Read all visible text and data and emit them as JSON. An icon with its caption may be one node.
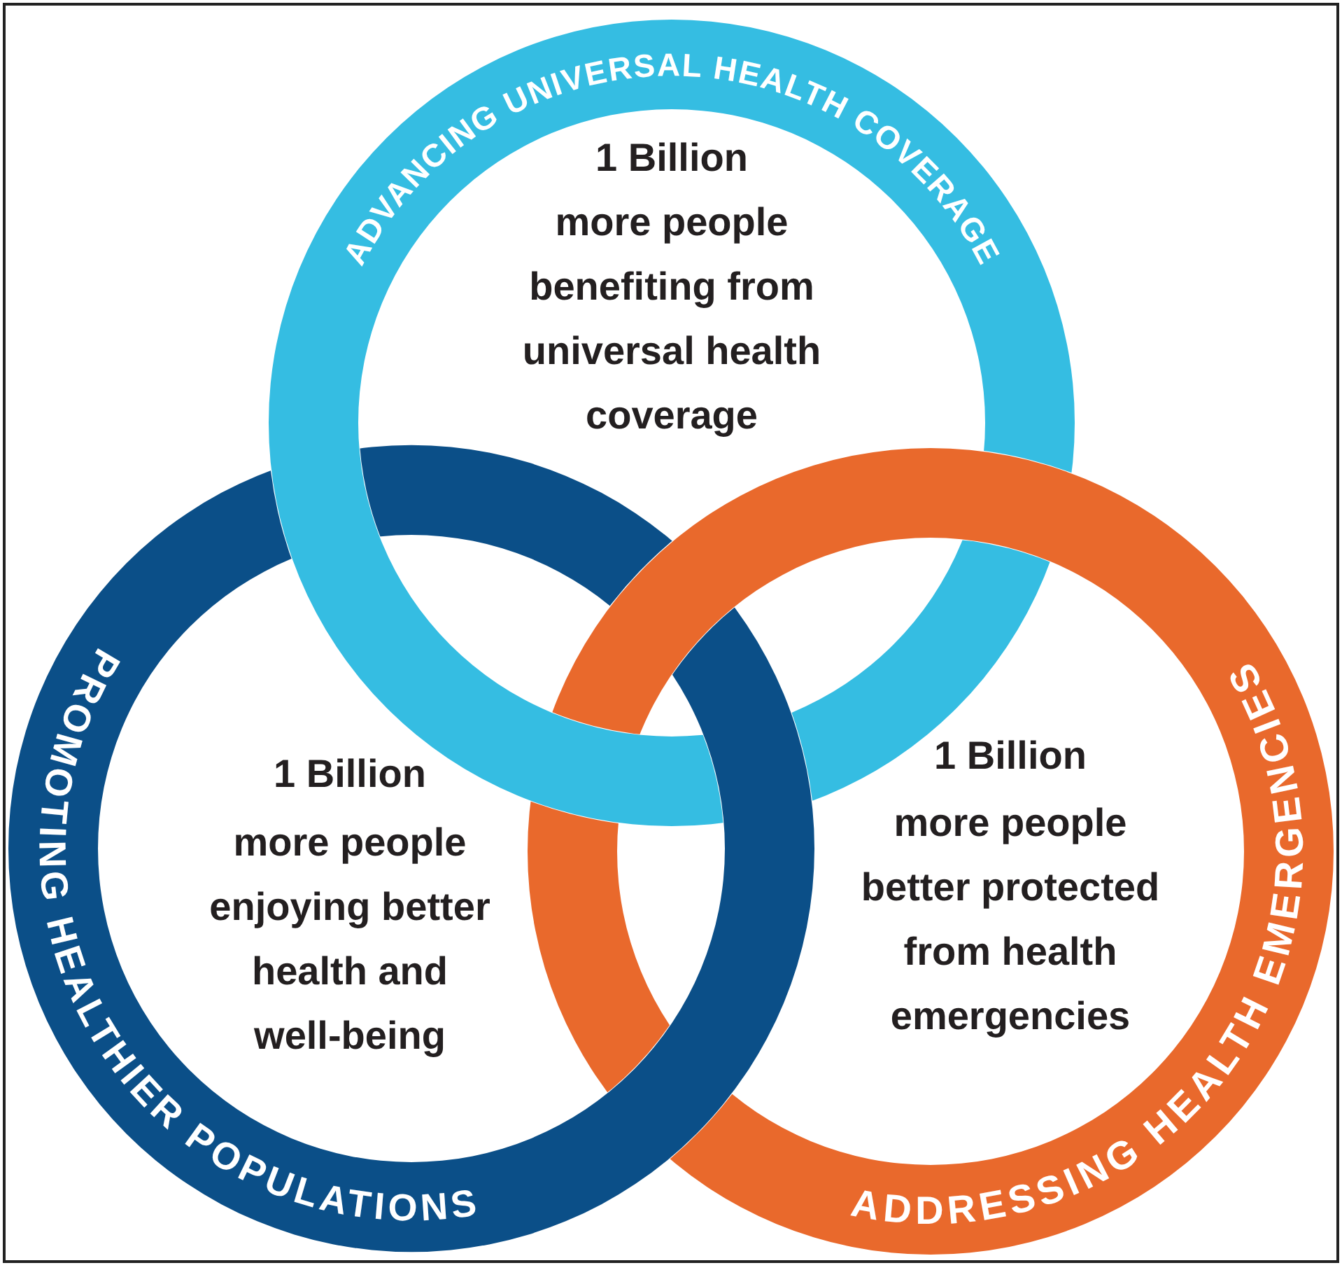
{
  "diagram": {
    "nodes": [
      {
        "text": [
          "ADVANCING UNIVERSAL HEALTH COVERAGE",
          "1 Billion",
          "more people benefiting from universal health coverage"
        ]
      },
      {
        "text": [
          "PROMOTING HEALTHIER POPULATIONS",
          "1 Billion",
          "more people enjoying better health and well-being"
        ]
      },
      {
        "text": [
          "ADDRESSING HEALTH EMERGENCIES",
          "1 Billion",
          "more people better protected from health emergencies"
        ]
      }
    ]
  }
}
